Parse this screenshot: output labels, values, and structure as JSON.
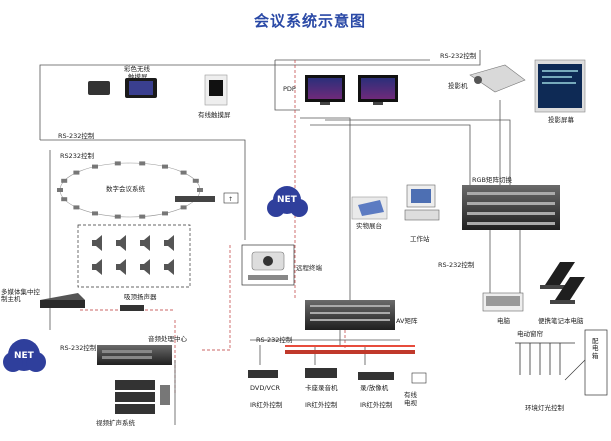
{
  "title": "会议系统示意图",
  "labels": {
    "color_wireless": "彩色无线",
    "touch_screen": "触摸屏",
    "wired_touch_panel": "有线触摸屏",
    "rs232_top": "RS-232控制",
    "pdp": "PDP",
    "projector": "投影机",
    "projection_screen": "投影屏幕",
    "rs232_left": "RS-232控制",
    "rs232_left2": "RS232控制",
    "digital_conference": "数字会议系统",
    "net": "NET",
    "rgb_matrix": "RGB矩阵切换",
    "ceiling_speaker": "吸顶扬声器",
    "video_conf_terminal": "远程终端",
    "document_camera": "实物展台",
    "workstation": "工作站",
    "rs232_right": "RS-232控制",
    "multimedia_host": "多媒体集中控制主机",
    "av_matrix": "AV矩阵",
    "rs232_left3": "RS-232控制",
    "audio_center": "音频处理中心",
    "rs232_mid": "RS-232控制",
    "computer": "电脑",
    "laptop": "便携笔记本电脑",
    "power_amp_system": "视频扩声系统",
    "dvd_vcr": "DVD/VCR",
    "cassette_deck": "卡座录音机",
    "recorder": "录/放像机",
    "ir_control_1": "IR红外控制",
    "ir_control_2": "IR红外控制",
    "ir_control_3": "IR红外控制",
    "cable_tv": "有线电视",
    "power_curtain": "电动窗帘",
    "dimmer_control": "环境灯光控制",
    "power_box": "配电箱"
  }
}
